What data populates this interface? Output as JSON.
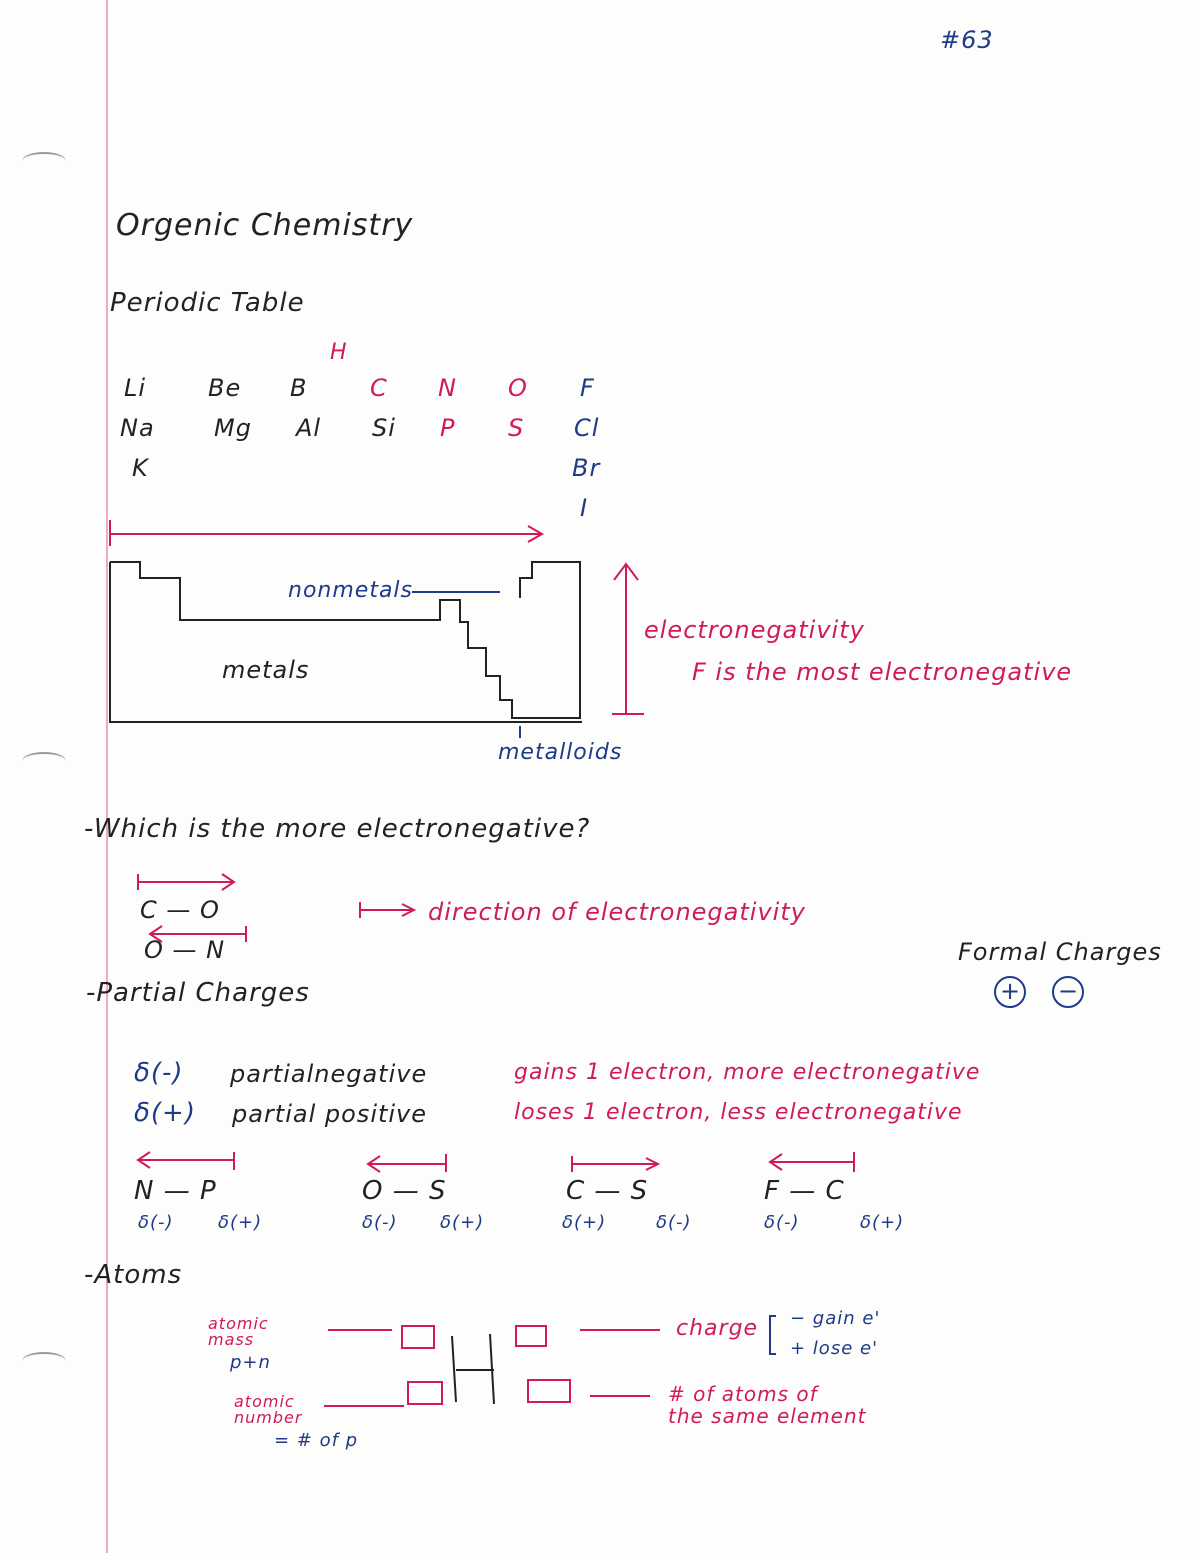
{
  "page_number": "#63",
  "title": "Orgenic Chemistry",
  "periodic": {
    "heading": "Periodic Table",
    "h": "H",
    "row1": [
      "Li",
      "Be",
      "B",
      "C",
      "N",
      "O",
      "F"
    ],
    "row2": [
      "Na",
      "Mg",
      "Al",
      "Si",
      "P",
      "S",
      "Cl"
    ],
    "row3_left": "K",
    "halogens_extra": [
      "Br",
      "I"
    ],
    "nonmetals": "nonmetals",
    "metals": "metals",
    "metalloids": "metalloids",
    "electronegativity": "electronegativity",
    "f_note": "F is the most electronegative"
  },
  "question": {
    "text": "-Which is the more electronegative?",
    "pair1": "C — O",
    "pair2": "O — N",
    "legend": "direction of electronegativity"
  },
  "formal_charges": {
    "label": "Formal Charges",
    "plus": "+",
    "minus": "−"
  },
  "partial": {
    "heading": "-Partial Charges",
    "neg_symbol": "δ(-)",
    "neg_label": "partialnegative",
    "pos_symbol": "δ(+)",
    "pos_label": "partial positive",
    "neg_note": "gains 1 electron, more electronegative",
    "pos_note": "loses 1 electron, less electronegative",
    "bonds": [
      {
        "bond": "N — P",
        "left": "δ(-)",
        "right": "δ(+)"
      },
      {
        "bond": "O — S",
        "left": "δ(-)",
        "right": "δ(+)"
      },
      {
        "bond": "C — S",
        "left": "δ(+)",
        "right": "δ(-)"
      },
      {
        "bond": "F — C",
        "left": "δ(-)",
        "right": "δ(+)"
      }
    ]
  },
  "atoms": {
    "heading": "-Atoms",
    "mass_label": "atomic mass",
    "mass_formula": "p+n",
    "number_label": "atomic number",
    "number_formula": "= # of p",
    "symbol": "H",
    "charge_label": "charge",
    "charge_gain": "− gain e'",
    "charge_lose": "+ lose e'",
    "count_label_1": "# of atoms of",
    "count_label_2": "the same element"
  }
}
